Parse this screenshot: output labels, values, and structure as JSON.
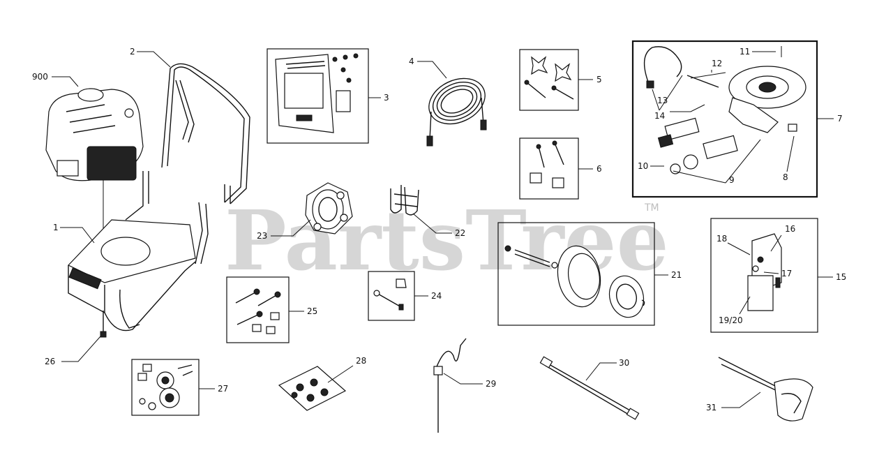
{
  "watermark": {
    "text": "PartsTree",
    "trademark": "TM"
  },
  "callouts": {
    "c900": "900",
    "c1": "1",
    "c2": "2",
    "c3": "3",
    "c4": "4",
    "c5": "5",
    "c6": "6",
    "c7": "7",
    "c8": "8",
    "c9": "9",
    "c10": "10",
    "c11": "11",
    "c12": "12",
    "c13": "13",
    "c14": "14",
    "c15": "15",
    "c16": "16",
    "c17": "17",
    "c18": "18",
    "c1920": "19/20",
    "c21": "21",
    "c22": "22",
    "c23": "23",
    "c24": "24",
    "c25": "25",
    "c26": "26",
    "c27": "27",
    "c28": "28",
    "c29": "29",
    "c30": "30",
    "c31": "31"
  }
}
